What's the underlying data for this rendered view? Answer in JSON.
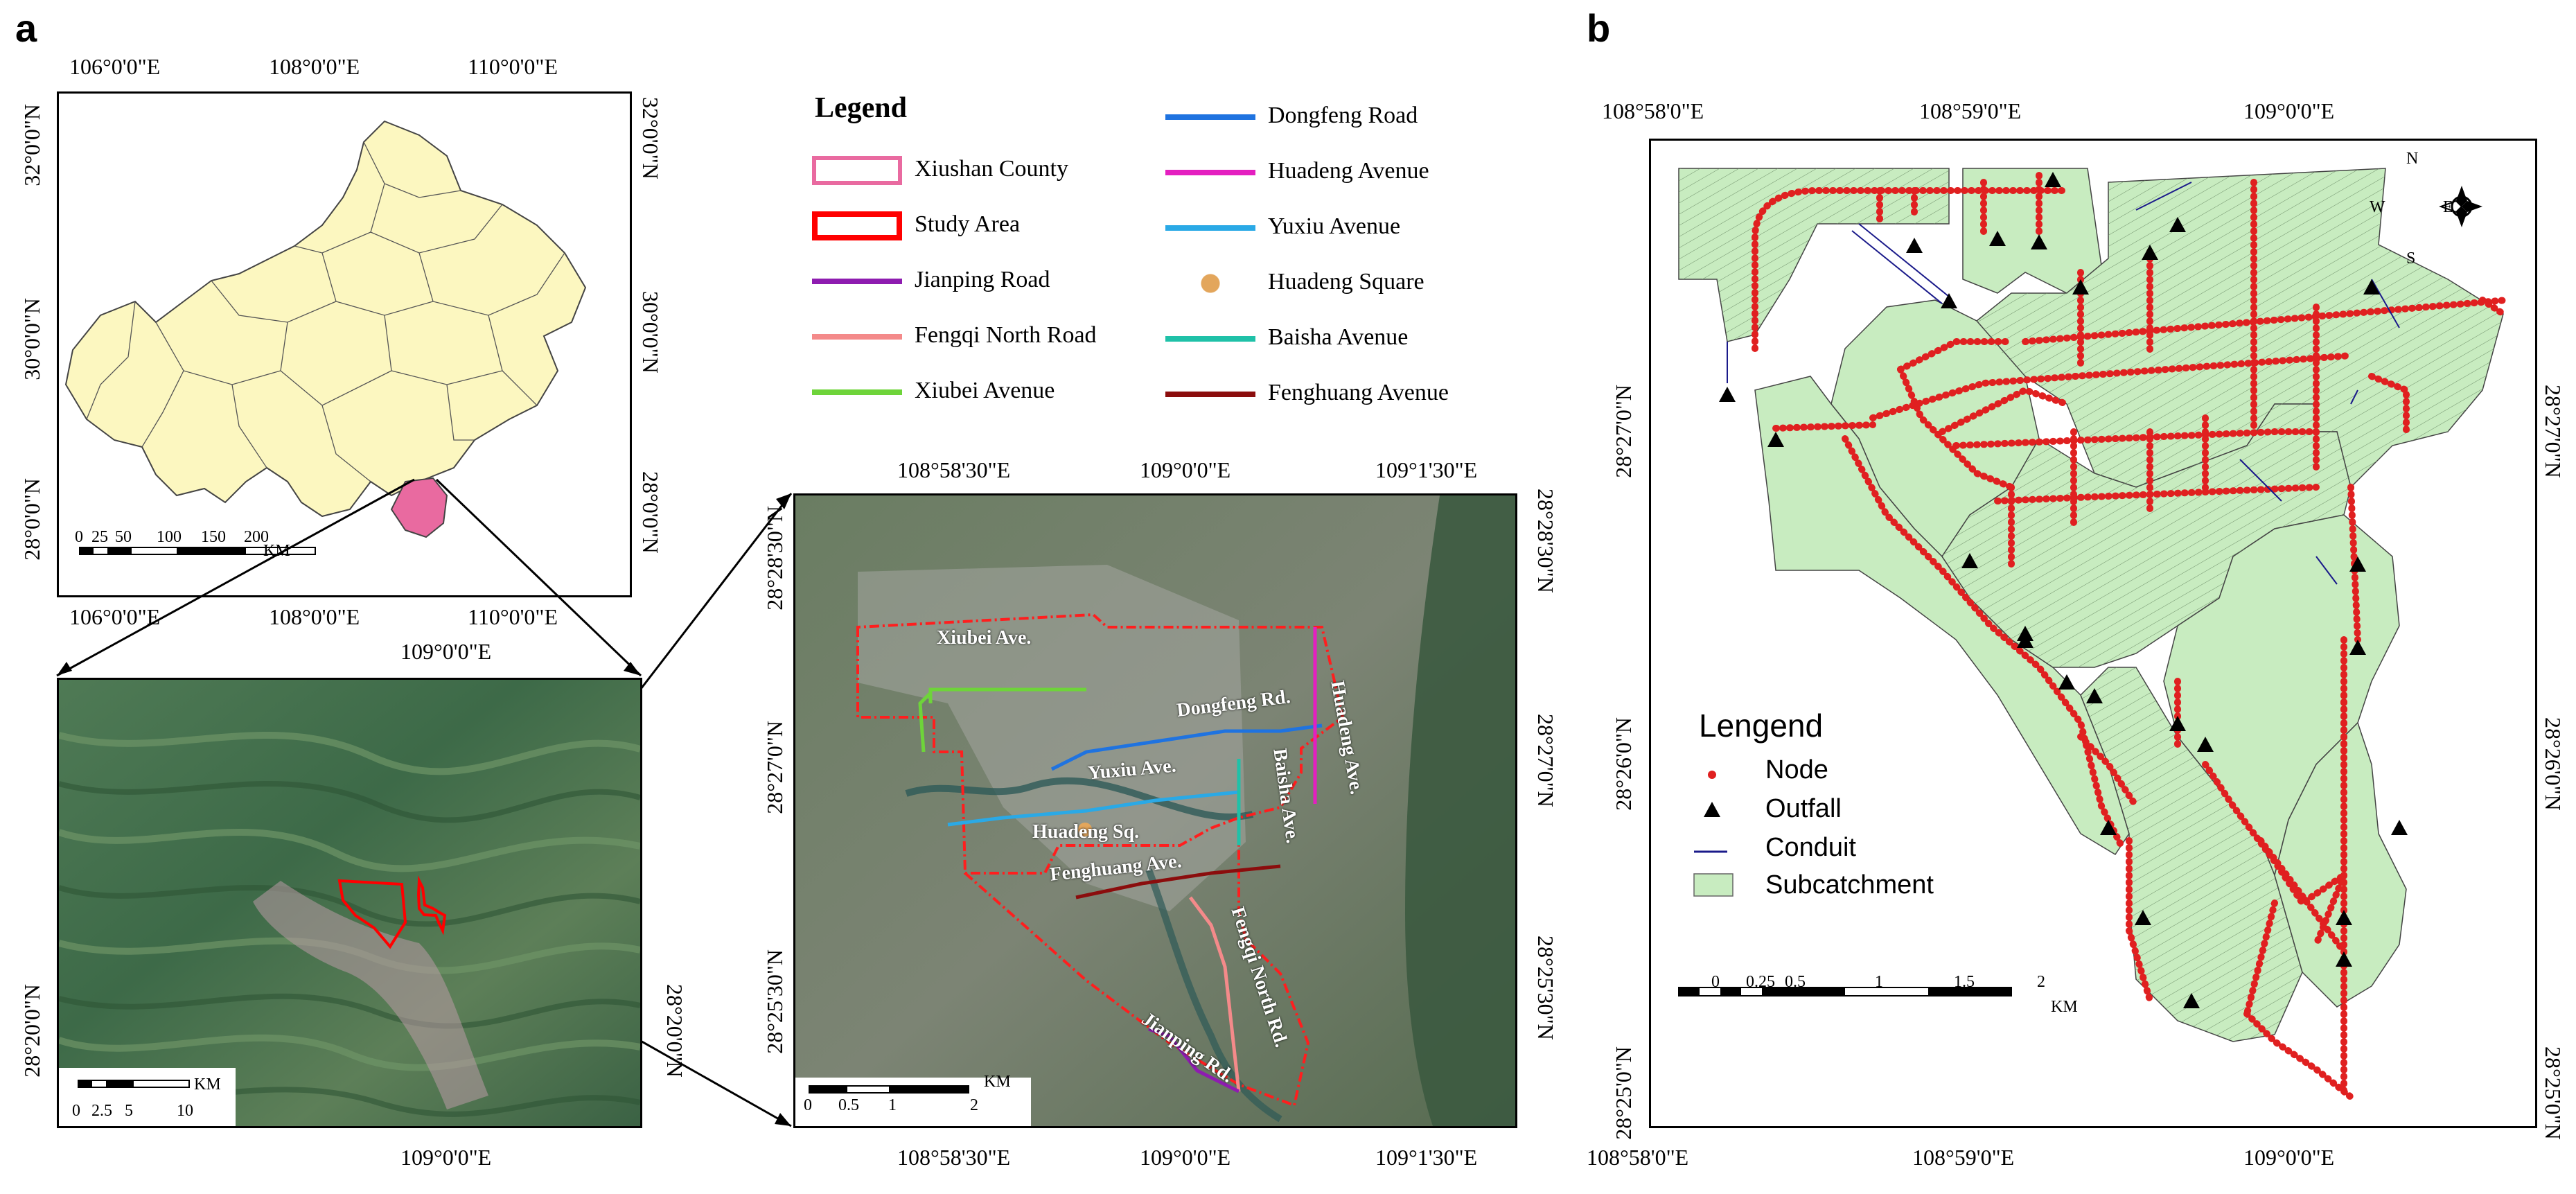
{
  "panels": {
    "a": "a",
    "b": "b"
  },
  "top_left_map": {
    "x_ticks": [
      "106°0'0\"E",
      "108°0'0\"E",
      "110°0'0\"E"
    ],
    "y_ticks": [
      "32°0'0\"N",
      "30°0'0\"N",
      "28°0'0\"N"
    ],
    "scale_ticks": [
      "0",
      "25",
      "50",
      "100",
      "150",
      "200"
    ],
    "scale_unit": "KM",
    "colors": {
      "region_fill": "#fcf7c0",
      "county_fill": "#e96aa0"
    }
  },
  "bottom_left_map": {
    "x_tick": "109°0'0\"E",
    "y_tick": "28°20'0\"N",
    "scale_ticks": [
      "0",
      "2.5",
      "5",
      "10"
    ],
    "scale_unit": "KM"
  },
  "legend_a": {
    "title": "Legend",
    "left_items": [
      {
        "label": "Xiushan County",
        "color": "#e96aa0",
        "kind": "box"
      },
      {
        "label": "Study Area",
        "color": "#ff0000",
        "kind": "box-thick"
      },
      {
        "label": "Jianping Road",
        "color": "#8e1cb0",
        "kind": "line"
      },
      {
        "label": "Fengqi North Road",
        "color": "#f48a8a",
        "kind": "line"
      },
      {
        "label": "Xiubei Avenue",
        "color": "#6ed43a",
        "kind": "line"
      }
    ],
    "right_items": [
      {
        "label": "Dongfeng Road",
        "color": "#1f73e0",
        "kind": "line"
      },
      {
        "label": "Huadeng Avenue",
        "color": "#e41fc0",
        "kind": "line"
      },
      {
        "label": "Yuxiu Avenue",
        "color": "#2aa9e6",
        "kind": "line"
      },
      {
        "label": "Huadeng Square",
        "color": "#e3a65c",
        "kind": "dot"
      },
      {
        "label": "Baisha Avenue",
        "color": "#1fc1a8",
        "kind": "line"
      },
      {
        "label": "Fenghuang Avenue",
        "color": "#8b0d0d",
        "kind": "line"
      }
    ]
  },
  "study_map": {
    "x_ticks_top": [
      "108°58'30\"E",
      "109°0'0\"E",
      "109°1'30\"E"
    ],
    "x_ticks_bottom": [
      "108°58'30\"E",
      "109°0'0\"E",
      "109°1'30\"E"
    ],
    "y_ticks": [
      "28°28'30\"N",
      "28°27'0\"N",
      "28°25'30\"N"
    ],
    "labels": {
      "xiubei": "Xiubei Ave.",
      "dongfeng": "Dongfeng Rd.",
      "huadeng_ave": "Huadeng Ave.",
      "yuxiu": "Yuxiu Ave.",
      "baisha": "Baisha Ave.",
      "huadeng_sq": "Huadeng Sq.",
      "fenghuang": "Fenghuang Ave.",
      "fengqi": "Fengqi North Rd.",
      "jianping": "Jianping Rd."
    },
    "scale_ticks": [
      "0",
      "0.5",
      "1",
      "2"
    ],
    "scale_unit": "KM"
  },
  "network_map": {
    "x_ticks_top": [
      "108°58'0\"E",
      "108°59'0\"E",
      "109°0'0\"E"
    ],
    "x_ticks_bottom": [
      "108°58'0\"E",
      "108°59'0\"E",
      "109°0'0\"E"
    ],
    "y_ticks": [
      "28°27'0\"N",
      "28°26'0\"N",
      "28°25'0\"N"
    ],
    "legend": {
      "title": "Lengend",
      "items": [
        {
          "label": "Node",
          "kind": "dot",
          "color": "#e02020"
        },
        {
          "label": "Outfall",
          "kind": "triangle",
          "color": "#000000"
        },
        {
          "label": "Conduit",
          "kind": "line",
          "color": "#1a1a8a"
        },
        {
          "label": "Subcatchment",
          "kind": "area",
          "color": "#c8ecc0"
        }
      ]
    },
    "scale_ticks": [
      "0",
      "0.25",
      "0.5",
      "1",
      "1.5",
      "2"
    ],
    "scale_unit": "KM",
    "compass": {
      "n": "N",
      "s": "S",
      "e": "E",
      "w": "W"
    }
  }
}
